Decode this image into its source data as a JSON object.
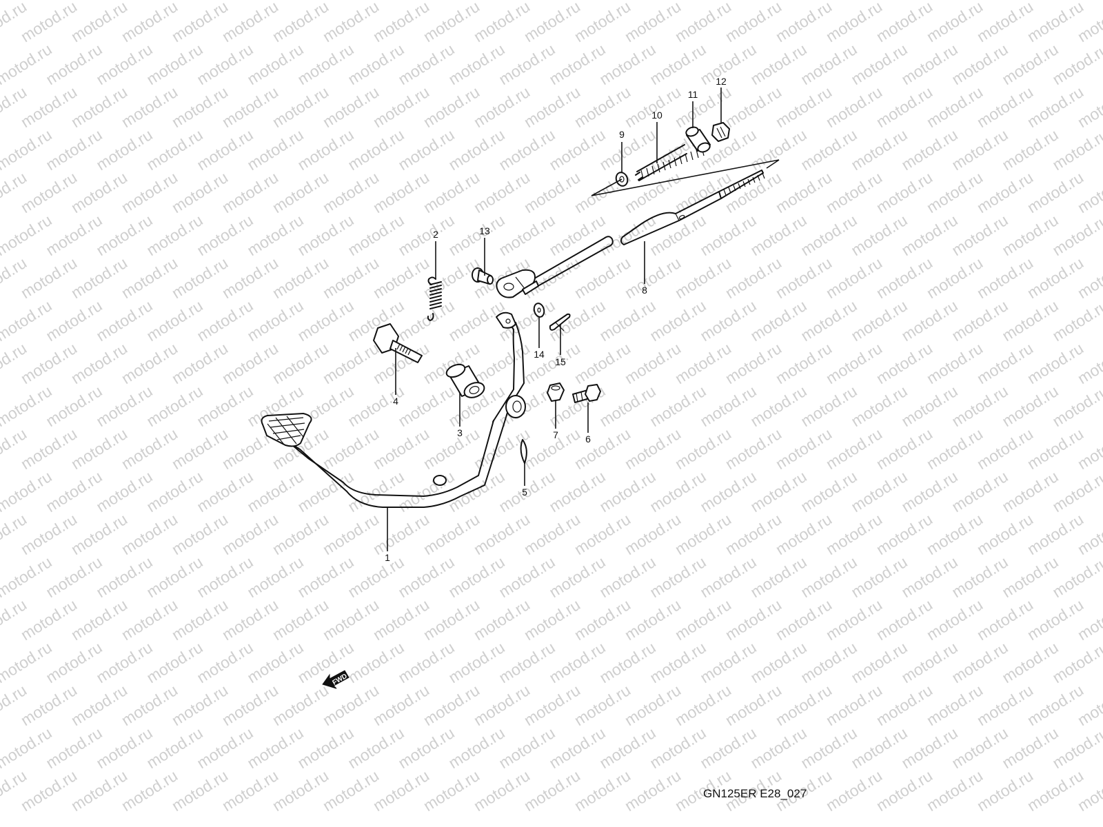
{
  "watermark": "motod.ru",
  "drawing_code": "GN125ER E28_027",
  "direction_marker": "FWD",
  "callouts": [
    {
      "id": "1",
      "label": "1"
    },
    {
      "id": "2",
      "label": "2"
    },
    {
      "id": "3",
      "label": "3"
    },
    {
      "id": "4",
      "label": "4"
    },
    {
      "id": "5",
      "label": "5"
    },
    {
      "id": "6",
      "label": "6"
    },
    {
      "id": "7",
      "label": "7"
    },
    {
      "id": "8",
      "label": "8"
    },
    {
      "id": "9",
      "label": "9"
    },
    {
      "id": "10",
      "label": "10"
    },
    {
      "id": "11",
      "label": "11"
    },
    {
      "id": "12",
      "label": "12"
    },
    {
      "id": "13",
      "label": "13"
    },
    {
      "id": "14",
      "label": "14"
    },
    {
      "id": "15",
      "label": "15"
    }
  ],
  "colors": {
    "line": "#111111",
    "watermark": "#cfcfcf",
    "background": "#ffffff"
  }
}
